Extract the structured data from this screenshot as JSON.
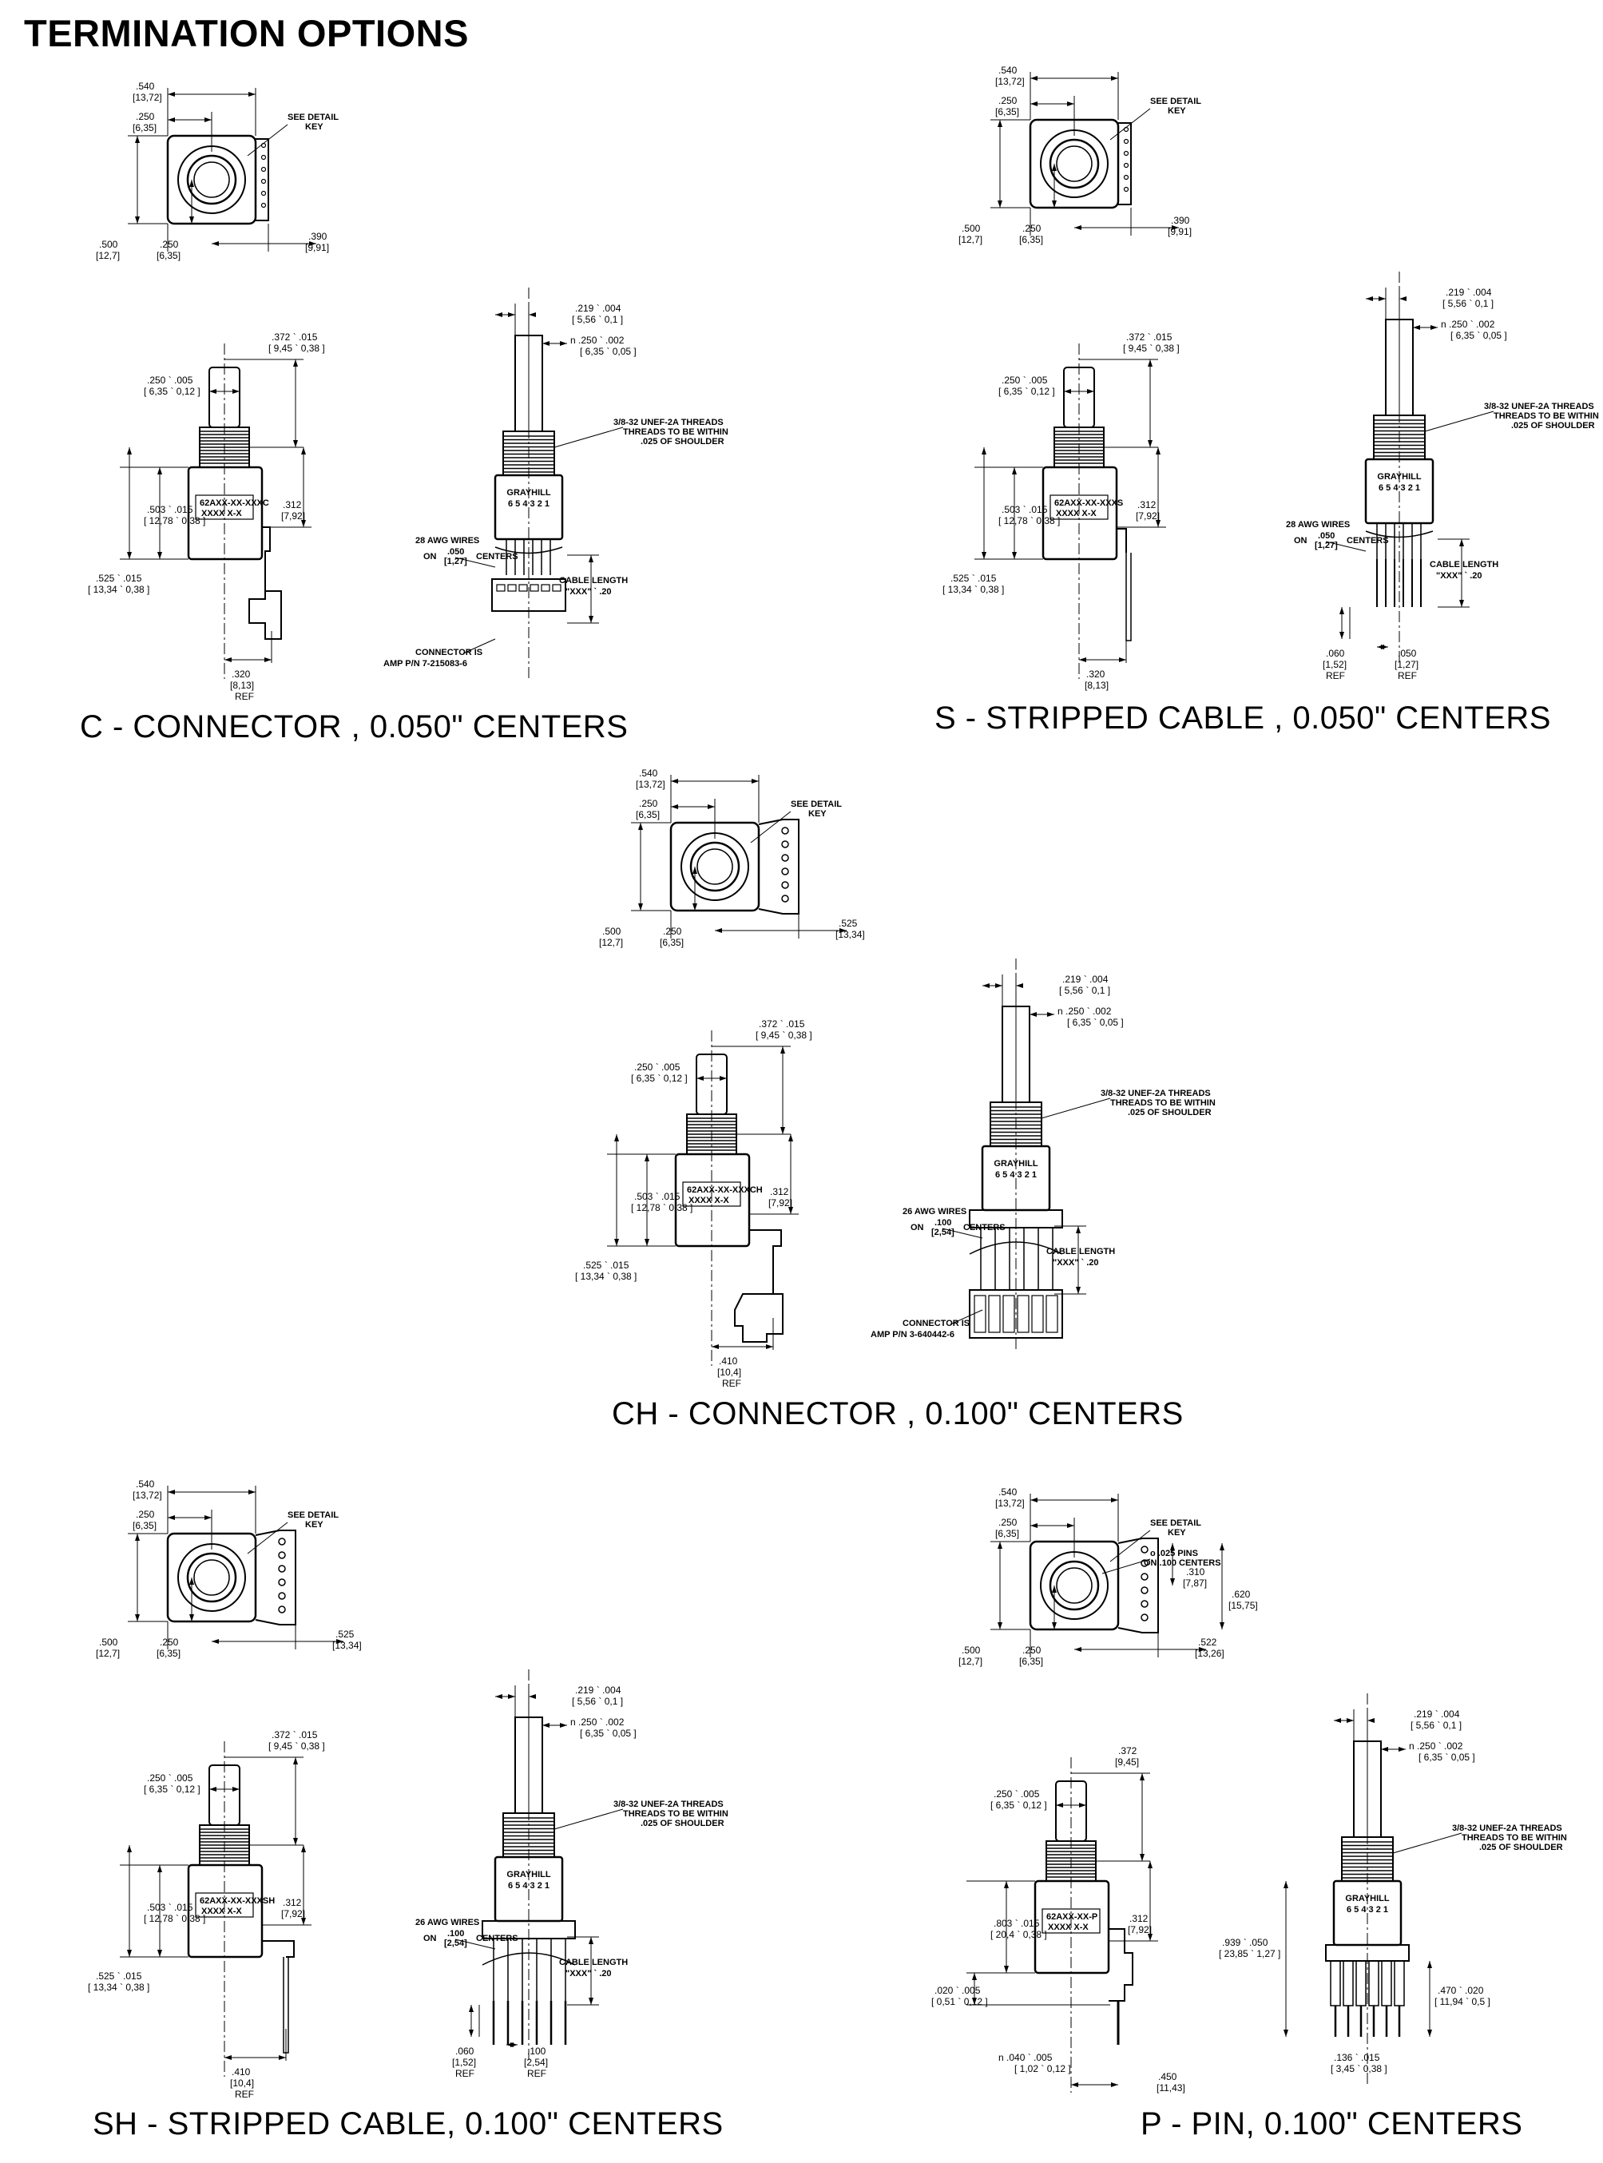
{
  "title": "TERMINATION OPTIONS",
  "panels": [
    {
      "id": "C",
      "caption": "C - CONNECTOR , 0.050\" CENTERS",
      "top": {
        "w": ".540",
        "w_mm": "[13,72]",
        "c": ".250",
        "c_mm": "[6,35]",
        "h": ".500",
        "h_mm": "[12,7]",
        "cb": ".250",
        "cb_mm": "[6,35]",
        "r": ".390",
        "r_mm": "[9,91]",
        "note1": "SEE DETAIL",
        "note2": "KEY"
      },
      "side": {
        "a": ".372  ` .015",
        "a_mm": "[ 9,45  ` 0,38  ]",
        "b": ".250  ` .005",
        "b_mm": "[ 6,35  ` 0,12  ]",
        "c": ".503  ` .015",
        "c_mm": "[ 12,78  ` 0,38  ]",
        "d": ".312",
        "d_mm": "[7,92]",
        "e": ".525  ` .015",
        "e_mm": "[ 13,34  ` 0,38  ]",
        "f": ".320",
        "f_mm": "[8,13]",
        "f_ref": "REF",
        "lbl1": "62AXX-XX-XXXC",
        "lbl2": "XXXX    X-X"
      },
      "front": {
        "a": ".219  ` .004",
        "a_mm": "[ 5,56  ` 0,1  ]",
        "b": "n .250  ` .002",
        "b_mm": "[ 6,35  ` 0,05  ]",
        "thr1": "3/8-32 UNEF-2A THREADS",
        "thr2": "THREADS TO BE WITHIN",
        "thr3": ".025 OF SHOULDER",
        "brand": "GRAYHILL",
        "pins": "6 5 4 3 2 1",
        "wires": "28 AWG WIRES",
        "on": "ON",
        "ctr": ".050",
        "ctr_mm": "[1,27]",
        "centers": "CENTERS",
        "cable1": "CABLE LENGTH",
        "cable2": "\"XXX\"  ` .20",
        "conn1": "CONNECTOR IS",
        "conn2": "AMP P/N 7-215083-6"
      }
    },
    {
      "id": "S",
      "caption": "S - STRIPPED CABLE , 0.050\" CENTERS",
      "top": {
        "w": ".540",
        "w_mm": "[13,72]",
        "c": ".250",
        "c_mm": "[6,35]",
        "h": ".500",
        "h_mm": "[12,7]",
        "cb": ".250",
        "cb_mm": "[6,35]",
        "r": ".390",
        "r_mm": "[9,91]",
        "note1": "SEE DETAIL",
        "note2": "KEY"
      },
      "side": {
        "a": ".372  ` .015",
        "a_mm": "[ 9,45  ` 0,38  ]",
        "b": ".250  ` .005",
        "b_mm": "[ 6,35  ` 0,12  ]",
        "c": ".503  ` .015",
        "c_mm": "[ 12,78  ` 0,38  ]",
        "d": ".312",
        "d_mm": "[7,92]",
        "e": ".525  ` .015",
        "e_mm": "[ 13,34  ` 0,38  ]",
        "f": ".320",
        "f_mm": "[8,13]",
        "f_ref": "",
        "lbl1": "62AXX-XX-XXXS",
        "lbl2": "XXXX    X-X"
      },
      "front": {
        "a": ".219  ` .004",
        "a_mm": "[ 5,56  ` 0,1  ]",
        "b": "n .250  ` .002",
        "b_mm": "[ 6,35  ` 0,05  ]",
        "thr1": "3/8-32 UNEF-2A THREADS",
        "thr2": "THREADS TO BE WITHIN",
        "thr3": ".025 OF SHOULDER",
        "brand": "GRAYHILL",
        "pins": "6 5 4 3 2 1",
        "wires": "28 AWG WIRES",
        "on": "ON",
        "ctr": ".050",
        "ctr_mm": "[1,27]",
        "centers": "CENTERS",
        "cable1": "CABLE LENGTH",
        "cable2": "\"XXX\"  ` .20",
        "strip": ".060",
        "strip_mm": "[1,52]",
        "strip_ref": "REF",
        "pitch": ".050",
        "pitch_mm": "[1,27]",
        "pitch_ref": "REF"
      }
    },
    {
      "id": "CH",
      "caption": "CH - CONNECTOR , 0.100\" CENTERS",
      "top": {
        "w": ".540",
        "w_mm": "[13,72]",
        "c": ".250",
        "c_mm": "[6,35]",
        "h": ".500",
        "h_mm": "[12,7]",
        "cb": ".250",
        "cb_mm": "[6,35]",
        "r": ".525",
        "r_mm": "[13,34]",
        "note1": "SEE DETAIL",
        "note2": "KEY"
      },
      "side": {
        "a": ".372  ` .015",
        "a_mm": "[ 9,45  ` 0,38  ]",
        "b": ".250  ` .005",
        "b_mm": "[ 6,35  ` 0,12  ]",
        "c": ".503  ` .015",
        "c_mm": "[ 12,78  ` 0,38  ]",
        "d": ".312",
        "d_mm": "[7,92]",
        "e": ".525  ` .015",
        "e_mm": "[ 13,34  ` 0,38  ]",
        "f": ".410",
        "f_mm": "[10,4]",
        "f_ref": "REF",
        "lbl1": "62AXX-XX-XXXCH",
        "lbl2": "XXXX    X-X"
      },
      "front": {
        "a": ".219  ` .004",
        "a_mm": "[ 5,56  ` 0,1  ]",
        "b": "n .250  ` .002",
        "b_mm": "[ 6,35  ` 0,05  ]",
        "thr1": "3/8-32 UNEF-2A THREADS",
        "thr2": "THREADS TO BE WITHIN",
        "thr3": ".025 OF SHOULDER",
        "brand": "GRAYHILL",
        "pins": "6 5 4 3 2 1",
        "wires": "26 AWG WIRES",
        "on": "ON",
        "ctr": ".100",
        "ctr_mm": "[2,54]",
        "centers": "CENTERS",
        "cable1": "CABLE LENGTH",
        "cable2": "\"XXX\"  ` .20",
        "conn1": "CONNECTOR IS",
        "conn2": "AMP P/N 3-640442-6"
      }
    },
    {
      "id": "SH",
      "caption": "SH - STRIPPED CABLE, 0.100\" CENTERS",
      "top": {
        "w": ".540",
        "w_mm": "[13,72]",
        "c": ".250",
        "c_mm": "[6,35]",
        "h": ".500",
        "h_mm": "[12,7]",
        "cb": ".250",
        "cb_mm": "[6,35]",
        "r": ".525",
        "r_mm": "[13,34]",
        "note1": "SEE DETAIL",
        "note2": "KEY"
      },
      "side": {
        "a": ".372  ` .015",
        "a_mm": "[ 9,45  ` 0,38  ]",
        "b": ".250  ` .005",
        "b_mm": "[ 6,35  ` 0,12  ]",
        "c": ".503  ` .015",
        "c_mm": "[ 12,78  ` 0,38  ]",
        "d": ".312",
        "d_mm": "[7,92]",
        "e": ".525  ` .015",
        "e_mm": "[ 13,34  ` 0,38  ]",
        "f": ".410",
        "f_mm": "[10,4]",
        "f_ref": "REF",
        "lbl1": "62AXX-XX-XXXSH",
        "lbl2": "XXXX    X-X"
      },
      "front": {
        "a": ".219  ` .004",
        "a_mm": "[ 5,56  ` 0,1  ]",
        "b": "n .250  ` .002",
        "b_mm": "[ 6,35  ` 0,05  ]",
        "thr1": "3/8-32 UNEF-2A THREADS",
        "thr2": "THREADS TO BE WITHIN",
        "thr3": ".025 OF SHOULDER",
        "brand": "GRAYHILL",
        "pins": "6 5 4 3 2 1",
        "wires": "26 AWG WIRES",
        "on": "ON",
        "ctr": ".100",
        "ctr_mm": "[2,54]",
        "centers": "CENTERS",
        "cable1": "CABLE LENGTH",
        "cable2": "\"XXX\"  ` .20",
        "strip": ".060",
        "strip_mm": "[1,52]",
        "strip_ref": "REF",
        "pitch": ".100",
        "pitch_mm": "[2,54]",
        "pitch_ref": "REF"
      }
    },
    {
      "id": "P",
      "caption": "P - PIN, 0.100\" CENTERS",
      "top": {
        "w": ".540",
        "w_mm": "[13,72]",
        "c": ".250",
        "c_mm": "[6,35]",
        "h": ".500",
        "h_mm": "[12,7]",
        "cb": ".250",
        "cb_mm": "[6,35]",
        "r": ".522",
        "r_mm": "[13,26]",
        "note1": "SEE DETAIL",
        "note2": "KEY",
        "pins1": "o .025 PINS",
        "pins2": "ON .100 CENTERS",
        "p1": ".310",
        "p1_mm": "[7,87]",
        "p2": ".620",
        "p2_mm": "[15,75]"
      },
      "side": {
        "a": ".372",
        "a_mm": "[9,45]",
        "b": ".250  ` .005",
        "b_mm": "[ 6,35  ` 0,12  ]",
        "c": ".803  ` .015",
        "c_mm": "[ 20,4  ` 0,38  ]",
        "d": ".312",
        "d_mm": "[7,92]",
        "e": ".020  ` .005",
        "e_mm": "[ 0,51  ` 0,12  ]",
        "g": "n .040  ` .005",
        "g_mm": "[ 1,02  ` 0,12  ]",
        "f": ".450",
        "f_mm": "[11,43]",
        "lbl1": "62AXX-XX-P",
        "lbl2": "XXXX    X-X"
      },
      "front": {
        "a": ".219  ` .004",
        "a_mm": "[ 5,56  ` 0,1  ]",
        "b": "n .250  ` .002",
        "b_mm": "[ 6,35  ` 0,05  ]",
        "thr1": "3/8-32 UNEF-2A THREADS",
        "thr2": "THREADS TO BE WITHIN",
        "thr3": ".025 OF SHOULDER",
        "brand": "GRAYHILL",
        "pins": "6 5 4 3 2 1",
        "h1": ".939  ` .050",
        "h1_mm": "[ 23,85  ` 1,27  ]",
        "h2": ".470  ` .020",
        "h2_mm": "[ 11,94  ` 0,5  ]",
        "h3": ".136  ` .015",
        "h3_mm": "[ 3,45  ` 0,38  ]"
      }
    }
  ]
}
